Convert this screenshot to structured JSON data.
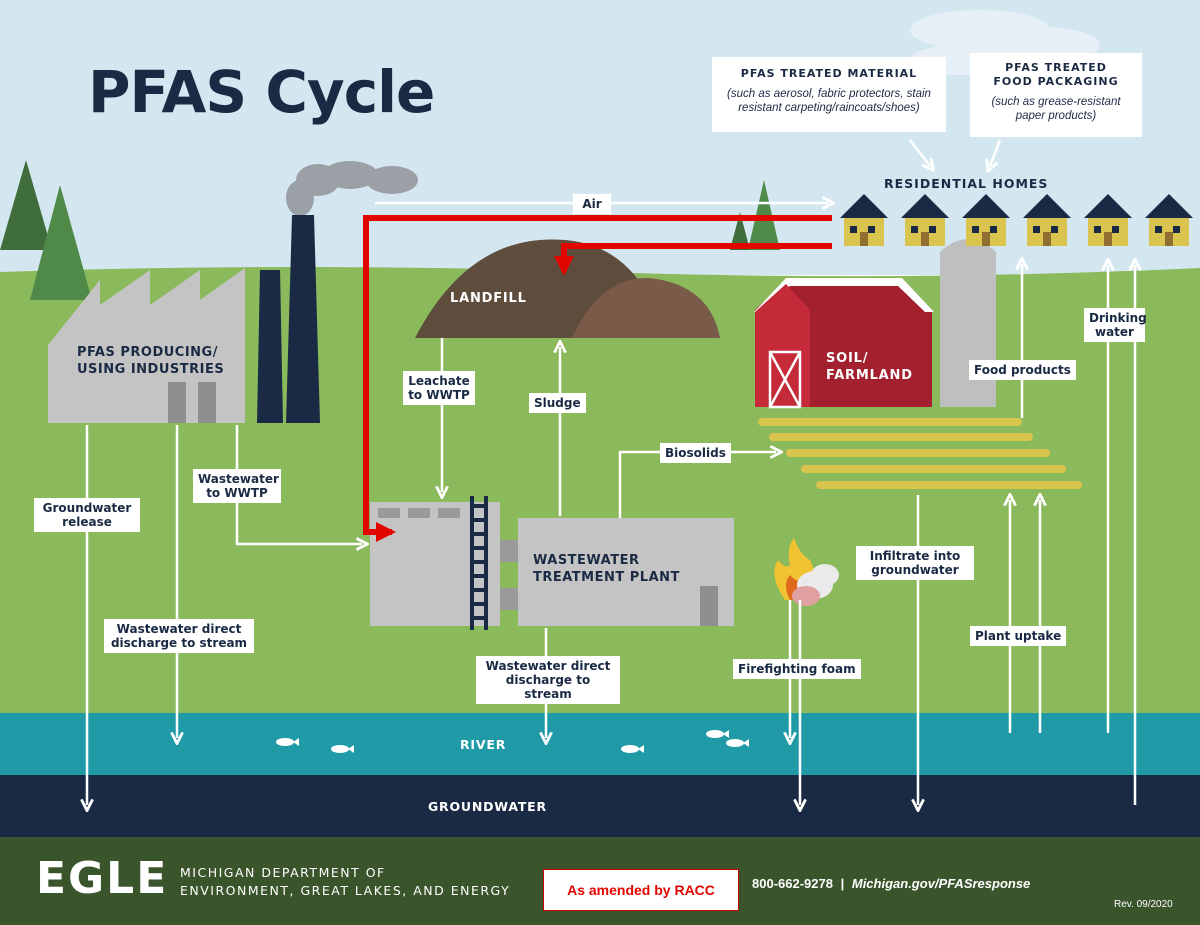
{
  "title": "PFAS Cycle",
  "cards": {
    "material_title": "PFAS TREATED MATERIAL",
    "material_sub": "(such as aerosol, fabric protectors, stain resistant carpeting/raincoats/shoes)",
    "packaging_title": "PFAS TREATED FOOD PACKAGING",
    "packaging_sub": "(such as grease-resistant paper products)"
  },
  "places": {
    "residential": "RESIDENTIAL HOMES",
    "landfill": "LANDFILL",
    "industries": "PFAS PRODUCING/ USING INDUSTRIES",
    "wwtp": "WASTEWATER TREATMENT PLANT",
    "farm": "SOIL/ FARMLAND",
    "river": "RIVER",
    "groundwater": "GROUNDWATER"
  },
  "labels": {
    "air": "Air",
    "leachate": "Leachate to WWTP",
    "sludge": "Sludge",
    "biosolids": "Biosolids",
    "food_products": "Food products",
    "drinking_water": "Drinking water",
    "groundwater_release": "Groundwater release",
    "wastewater_to_wwtp": "Wastewater to WWTP",
    "ww_direct_1": "Wastewater direct discharge to stream",
    "ww_direct_2": "Wastewater direct discharge to stream",
    "firefighting_foam": "Firefighting foam",
    "infiltrate": "Infiltrate into groundwater",
    "plant_uptake": "Plant uptake"
  },
  "footer": {
    "logo": "EGLE",
    "dept_line1": "MICHIGAN DEPARTMENT OF",
    "dept_line2": "ENVIRONMENT, GREAT LAKES, AND ENERGY",
    "amended": "As amended by RACC",
    "phone": "800-662-9278",
    "separator": "|",
    "website": "Michigan.gov/PFASresponse",
    "revision": "Rev. 09/2020"
  },
  "colors": {
    "sky": "#d4e7f1",
    "grass": "#8aba5c",
    "river": "#1f9aa6",
    "groundwater": "#1b2a44",
    "footer": "#3a542b",
    "title": "#1b2a44",
    "red_arrow": "#e10600",
    "barn": "#a3212f",
    "house": "#d9c44e",
    "landfill": "#5e4c3c",
    "building": "#c4c4c4"
  }
}
